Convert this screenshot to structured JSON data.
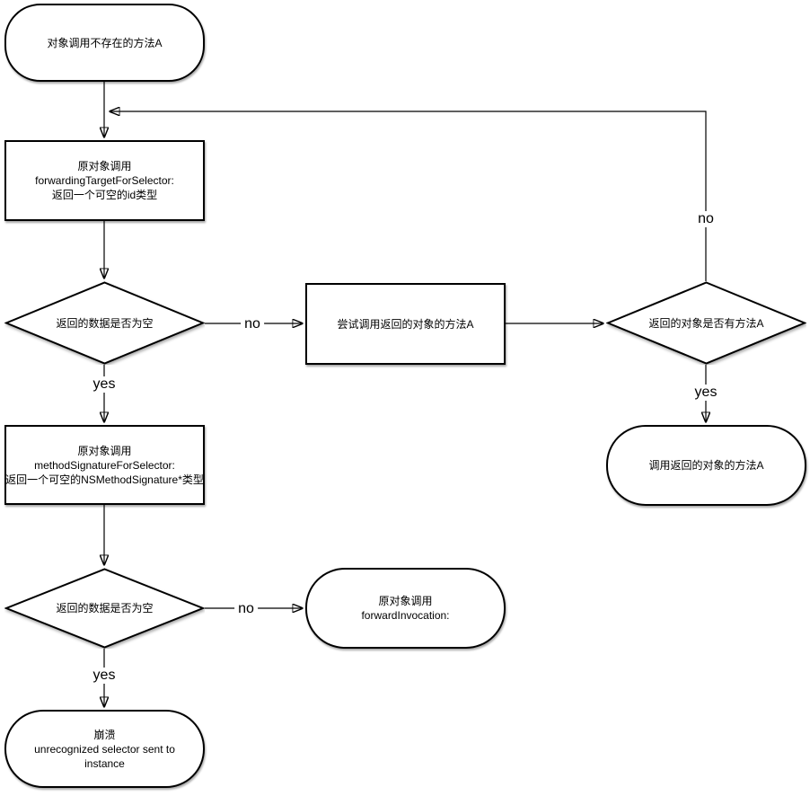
{
  "diagram": {
    "colors": {
      "stroke": "#000000",
      "shape_fill": "#ffffff",
      "background": "#ffffff",
      "text": "#000000"
    },
    "nodes": {
      "start": {
        "type": "terminator",
        "lines": [
          "对象调用不存在的方法A"
        ]
      },
      "forwarding_target": {
        "type": "process",
        "lines": [
          "原对象调用",
          "forwardingTargetForSelector:",
          "返回一个可空的id类型"
        ]
      },
      "is_empty_1": {
        "type": "decision",
        "lines": [
          "返回的数据是否为空"
        ]
      },
      "try_call": {
        "type": "process",
        "lines": [
          "尝试调用返回的对象的方法A"
        ]
      },
      "has_method": {
        "type": "decision",
        "lines": [
          "返回的对象是否有方法A"
        ]
      },
      "call_method": {
        "type": "terminator",
        "lines": [
          "调用返回的对象的方法A"
        ]
      },
      "method_signature": {
        "type": "process",
        "lines": [
          "原对象调用",
          "methodSignatureForSelector:",
          "返回一个可空的NSMethodSignature*类型"
        ]
      },
      "is_empty_2": {
        "type": "decision",
        "lines": [
          "返回的数据是否为空"
        ]
      },
      "forward_invocation": {
        "type": "terminator",
        "lines": [
          "原对象调用",
          "forwardInvocation:"
        ]
      },
      "crash": {
        "type": "terminator",
        "lines": [
          "崩溃",
          "unrecognized selector sent to",
          "instance"
        ]
      }
    },
    "edge_labels": {
      "no_1": "no",
      "no_2": "no",
      "no_3": "no",
      "yes_1": "yes",
      "yes_2": "yes",
      "yes_3": "yes"
    }
  }
}
